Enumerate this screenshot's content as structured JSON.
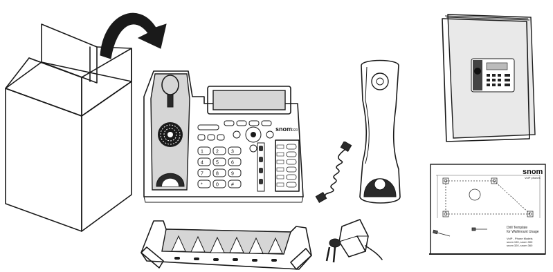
{
  "phone": {
    "brand": "snom",
    "model": "320"
  },
  "keypad": {
    "keys": [
      "1",
      "2",
      "3",
      "4",
      "5",
      "6",
      "7",
      "8",
      "9",
      "*",
      "0",
      "#"
    ]
  },
  "drill_template": {
    "logo": "snom",
    "tagline": "VoIP phones",
    "title_line1": "Drill Template",
    "title_line2": "for Wallmount Usage",
    "subtitle_line1": "VoIP - Phone Models",
    "subtitle_line2": "snom 190, snom 300",
    "subtitle_line3": "snom 320, snom 360"
  },
  "colors": {
    "ink": "#1a1a1a",
    "grey_fill": "#d6d6d6",
    "paper": "#e9e9e9"
  }
}
